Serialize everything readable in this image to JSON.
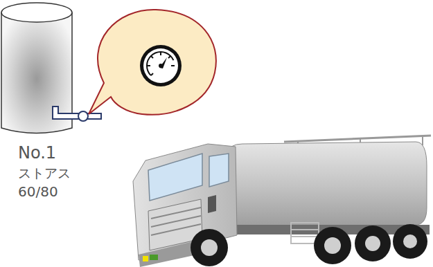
{
  "diagram": {
    "labels": [
      "No.1",
      "ストアス",
      "60/80"
    ]
  }
}
